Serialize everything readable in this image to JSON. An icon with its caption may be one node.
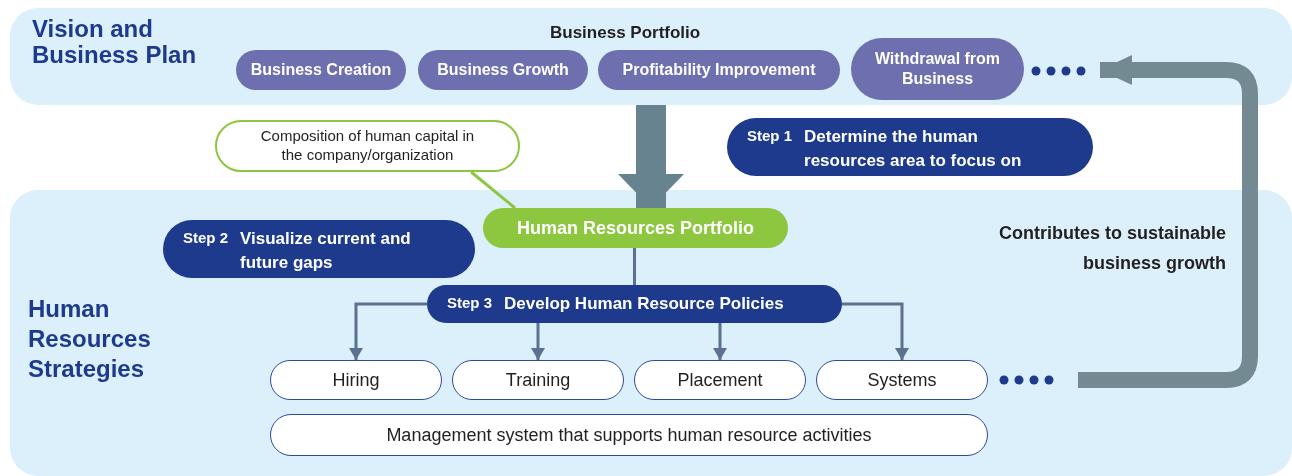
{
  "diagram": {
    "nodes": [
      {
        "text": [
          "Vision and Business Plan",
          "Business Portfolio"
        ]
      },
      {
        "text": [
          "Business Creation"
        ],
        "in": 0
      },
      {
        "text": [
          "Business Growth"
        ],
        "in": 0
      },
      {
        "text": [
          "Profitability Improvement"
        ],
        "in": 0
      },
      {
        "text": [
          "Withdrawal from Business"
        ],
        "in": 0
      },
      {
        "text": [
          "Composition of human capital in the company/organization"
        ]
      },
      {
        "text": [
          "Step 1",
          "Determine the human resources area to focus on"
        ]
      },
      {
        "text": [
          "Human Resources Strategies"
        ]
      },
      {
        "text": [
          "Human Resources Portfolio"
        ],
        "in": 7
      },
      {
        "text": [
          "Step 2",
          "Visualize current and future gaps"
        ],
        "in": 7
      },
      {
        "text": [
          "Step 3",
          "Develop Human Resource Policies"
        ],
        "in": 7
      },
      {
        "text": [
          "Hiring"
        ],
        "in": 7
      },
      {
        "text": [
          "Training"
        ],
        "in": 7
      },
      {
        "text": [
          "Placement"
        ],
        "in": 7
      },
      {
        "text": [
          "Systems"
        ],
        "in": 7
      },
      {
        "text": [
          "Management system that supports human resource activities"
        ],
        "in": 7
      }
    ],
    "edges": [
      {
        "from": 0,
        "to": 8,
        "arrow": "to",
        "style": "thick",
        "color": "#66838f"
      },
      {
        "from": 5,
        "to": 8,
        "arrow": "none",
        "color": "#8dc63f"
      },
      {
        "from": 8,
        "to": 10,
        "arrow": "none"
      },
      {
        "from": 10,
        "to": 11,
        "arrow": "to"
      },
      {
        "from": 10,
        "to": 12,
        "arrow": "to"
      },
      {
        "from": 10,
        "to": 13,
        "arrow": "to"
      },
      {
        "from": 10,
        "to": 14,
        "arrow": "to"
      },
      {
        "from": null,
        "to": 4,
        "arrow": "to",
        "style": "thick",
        "color": "#738a93",
        "label": "Contributes to sustainable business growth"
      }
    ]
  }
}
